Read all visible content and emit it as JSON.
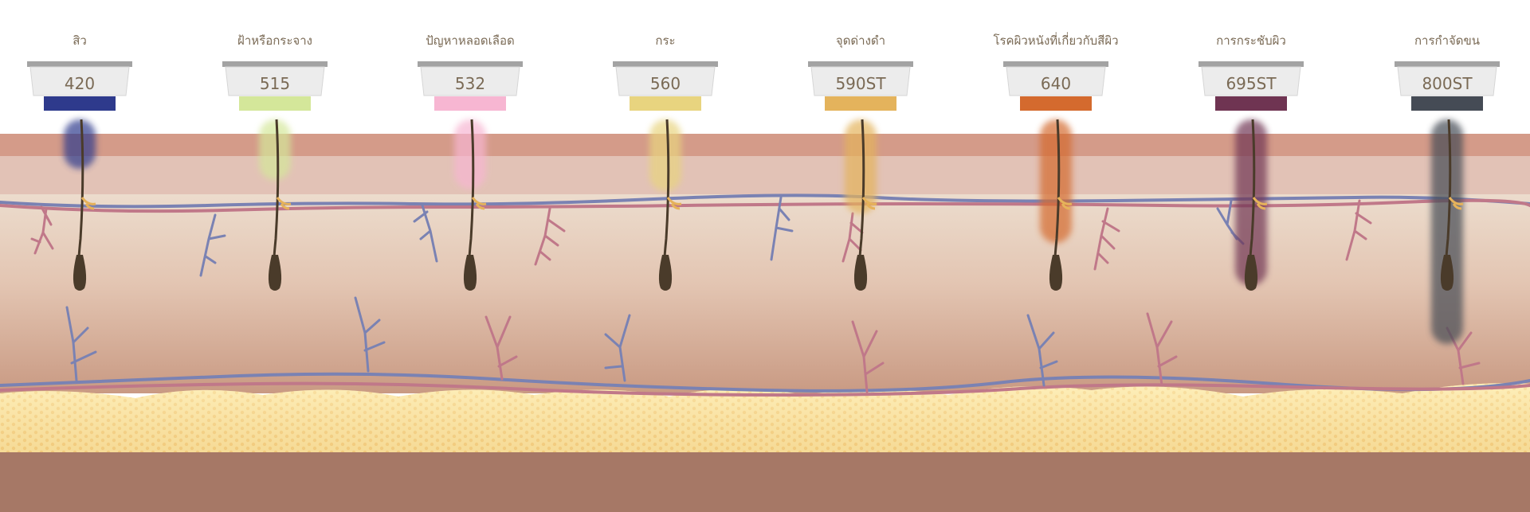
{
  "filters": [
    {
      "label": "สิว",
      "code": "420",
      "color": "#2e3a8c"
    },
    {
      "label": "ฝ้าหรือกระจาง",
      "code": "515",
      "color": "#d4e79a"
    },
    {
      "label": "ปัญหาหลอดเลือด",
      "code": "532",
      "color": "#f7b6d2"
    },
    {
      "label": "กระ",
      "code": "560",
      "color": "#e8d47f"
    },
    {
      "label": "จุดด่างดำ",
      "code": "590ST",
      "color": "#e4b35c"
    },
    {
      "label": "โรคผิวหนังที่เกี่ยวกับสีผิว",
      "code": "640",
      "color": "#d46a2e"
    },
    {
      "label": "การกระชับผิว",
      "code": "695ST",
      "color": "#6f3452"
    },
    {
      "label": "การกำจัดขน",
      "code": "800ST",
      "color": "#454b55"
    }
  ],
  "penetration_depth": [
    0.22,
    0.27,
    0.31,
    0.32,
    0.42,
    0.55,
    0.74,
    1.0
  ],
  "colors": {
    "epidermis_top": "#d49b89",
    "epidermis": "#e2c2b6",
    "dermis_upper": "#ead7c8",
    "dermis_lower": "#cea28c",
    "fat": "#fde8a3",
    "muscle": "#a67866",
    "vein": "#7a82b3",
    "artery": "#c07889",
    "hair": "#4a3b2a",
    "applicator": "#a3a3a3"
  }
}
